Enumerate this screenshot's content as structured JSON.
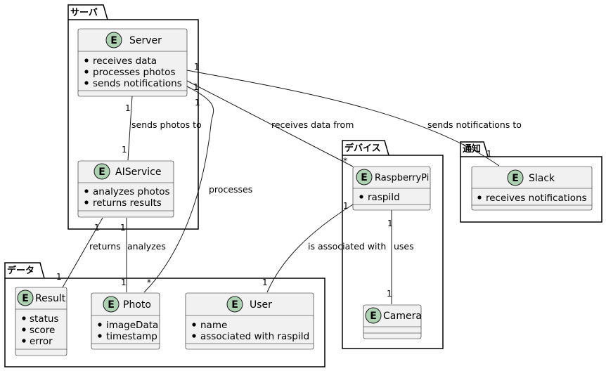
{
  "packages": [
    {
      "id": "server",
      "label": "サーバ"
    },
    {
      "id": "data",
      "label": "データ"
    },
    {
      "id": "device",
      "label": "デバイス"
    },
    {
      "id": "notify",
      "label": "通知"
    }
  ],
  "entities": [
    {
      "id": "server",
      "glyph": "E",
      "name": "Server",
      "attributes": [
        "receives data",
        "processes photos",
        "sends notifications"
      ]
    },
    {
      "id": "aiservice",
      "glyph": "E",
      "name": "AIService",
      "attributes": [
        "analyzes photos",
        "returns results"
      ]
    },
    {
      "id": "result",
      "glyph": "E",
      "name": "Result",
      "attributes": [
        "status",
        "score",
        "error"
      ]
    },
    {
      "id": "photo",
      "glyph": "E",
      "name": "Photo",
      "attributes": [
        "imageData",
        "timestamp"
      ]
    },
    {
      "id": "user",
      "glyph": "E",
      "name": "User",
      "attributes": [
        "name",
        "associated with raspiId"
      ]
    },
    {
      "id": "raspberrypi",
      "glyph": "E",
      "name": "RaspberryPi",
      "attributes": [
        "raspiId"
      ]
    },
    {
      "id": "camera",
      "glyph": "E",
      "name": "Camera",
      "attributes": []
    },
    {
      "id": "slack",
      "glyph": "E",
      "name": "Slack",
      "attributes": [
        "receives notifications"
      ]
    }
  ],
  "relations": [
    {
      "id": "server-ai",
      "label": "sends photos to",
      "from_mult": "1",
      "to_mult": "1"
    },
    {
      "id": "server-photo",
      "label": "processes",
      "from_mult": "1",
      "to_mult": "*"
    },
    {
      "id": "server-raspi",
      "label": "receives data from",
      "from_mult": "1",
      "to_mult": "*"
    },
    {
      "id": "server-slack",
      "label": "sends notifications to",
      "from_mult": "1",
      "to_mult": "1"
    },
    {
      "id": "ai-result",
      "label": "returns",
      "from_mult": "1",
      "to_mult": "1"
    },
    {
      "id": "ai-photo",
      "label": "analyzes",
      "from_mult": "1",
      "to_mult": "1"
    },
    {
      "id": "raspi-user",
      "label": "is associated with",
      "from_mult": "1",
      "to_mult": "1"
    },
    {
      "id": "raspi-camera",
      "label": "uses",
      "from_mult": "1",
      "to_mult": "1"
    }
  ],
  "style": {
    "entity_fill": "#f1f1f1",
    "circle_fill": "#add1b2",
    "line": "#181818"
  }
}
